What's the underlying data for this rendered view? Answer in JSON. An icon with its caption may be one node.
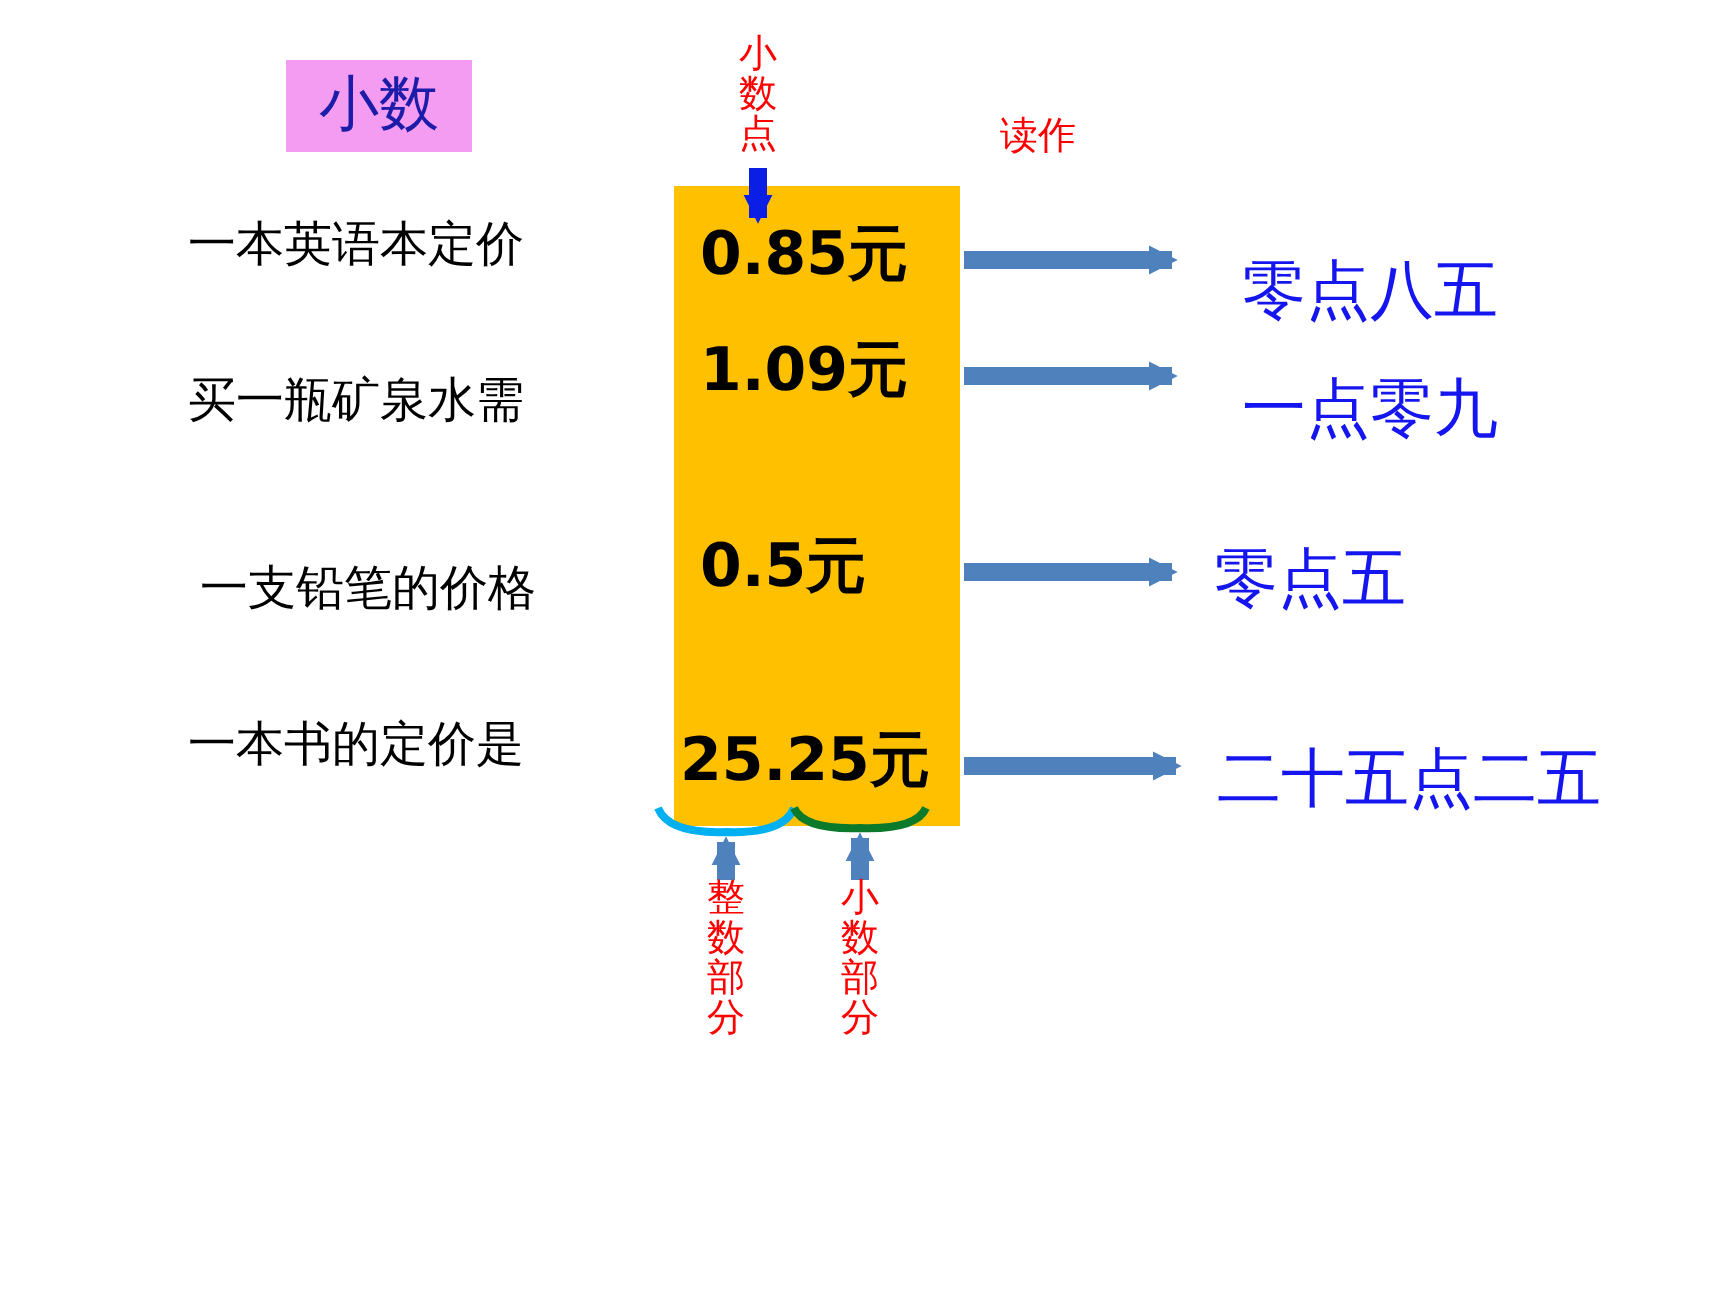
{
  "diagram": {
    "title": "小数",
    "nodes": [
      {
        "text": [],
        "shape": "box"
      },
      {
        "text": [
          "0.85元"
        ],
        "in": 0
      },
      {
        "text": [
          "1.09元"
        ],
        "in": 0
      },
      {
        "text": [
          "0.5元"
        ],
        "in": 0
      },
      {
        "text": [
          "25.25元"
        ],
        "in": 0
      },
      {
        "text": [
          "零点八五"
        ]
      },
      {
        "text": [
          "一点零九"
        ]
      },
      {
        "text": [
          "零点五"
        ]
      },
      {
        "text": [
          "二十五点二五"
        ]
      },
      {
        "text": [
          "小数点"
        ]
      },
      {
        "text": [
          "整数部分"
        ]
      },
      {
        "text": [
          "小数部分"
        ]
      },
      {
        "text": [],
        "shape": "brace"
      },
      {
        "text": [],
        "shape": "brace"
      }
    ],
    "edges": [
      {
        "from": 1,
        "to": 5,
        "arrow": "to"
      },
      {
        "from": 2,
        "to": 6,
        "arrow": "to"
      },
      {
        "from": 3,
        "to": 7,
        "arrow": "to"
      },
      {
        "from": 4,
        "to": 8,
        "arrow": "to"
      },
      {
        "from": 9,
        "to": 1,
        "arrow": "to",
        "color": "#0a1ee6"
      },
      {
        "from": 10,
        "to": 12,
        "arrow": "to"
      },
      {
        "from": 11,
        "to": 13,
        "arrow": "to"
      }
    ],
    "labels": [
      "读作",
      "一本英语本定价",
      "买一瓶矿泉水需",
      "一支铅笔的价格",
      "一本书的定价是"
    ]
  }
}
